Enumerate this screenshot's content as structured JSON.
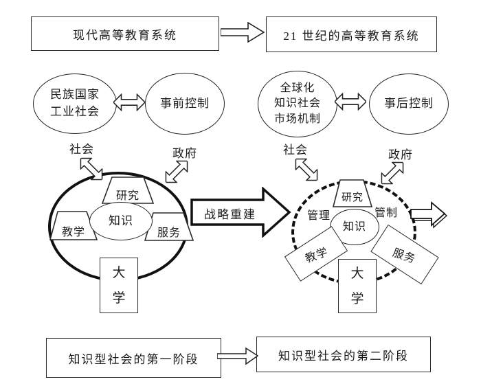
{
  "colors": {
    "ink": "#1a1a1a",
    "bg": "#ffffff"
  },
  "top_row": {
    "left_box": "现代高等教育系统",
    "right_box": "21 世纪的高等教育系统"
  },
  "context_row": {
    "left_pair": {
      "drivers_line1": "民族国家",
      "drivers_line2": "工业社会",
      "control": "事前控制"
    },
    "right_pair": {
      "drivers_line1": "全球化",
      "drivers_line2": "知识社会",
      "drivers_line3": "市场机制",
      "control": "事后控制"
    }
  },
  "left_diagram": {
    "society_label": "社会",
    "government_label": "政府",
    "research_label": "研究",
    "knowledge_label": "知识",
    "teaching_label": "教学",
    "service_label": "服务",
    "university_char1": "大",
    "university_char2": "学"
  },
  "transform_arrow": {
    "label": "战略重建"
  },
  "right_diagram": {
    "society_label": "社会",
    "government_label": "政府",
    "research_label": "研究",
    "management_label": "管理",
    "regulation_label": "管制",
    "knowledge_label": "知识",
    "teaching_label": "教学",
    "service_label": "服务",
    "university_char1": "大",
    "university_char2": "学"
  },
  "bottom_row": {
    "left_box": "知识型社会的第一阶段",
    "right_box": "知识型社会的第二阶段"
  }
}
